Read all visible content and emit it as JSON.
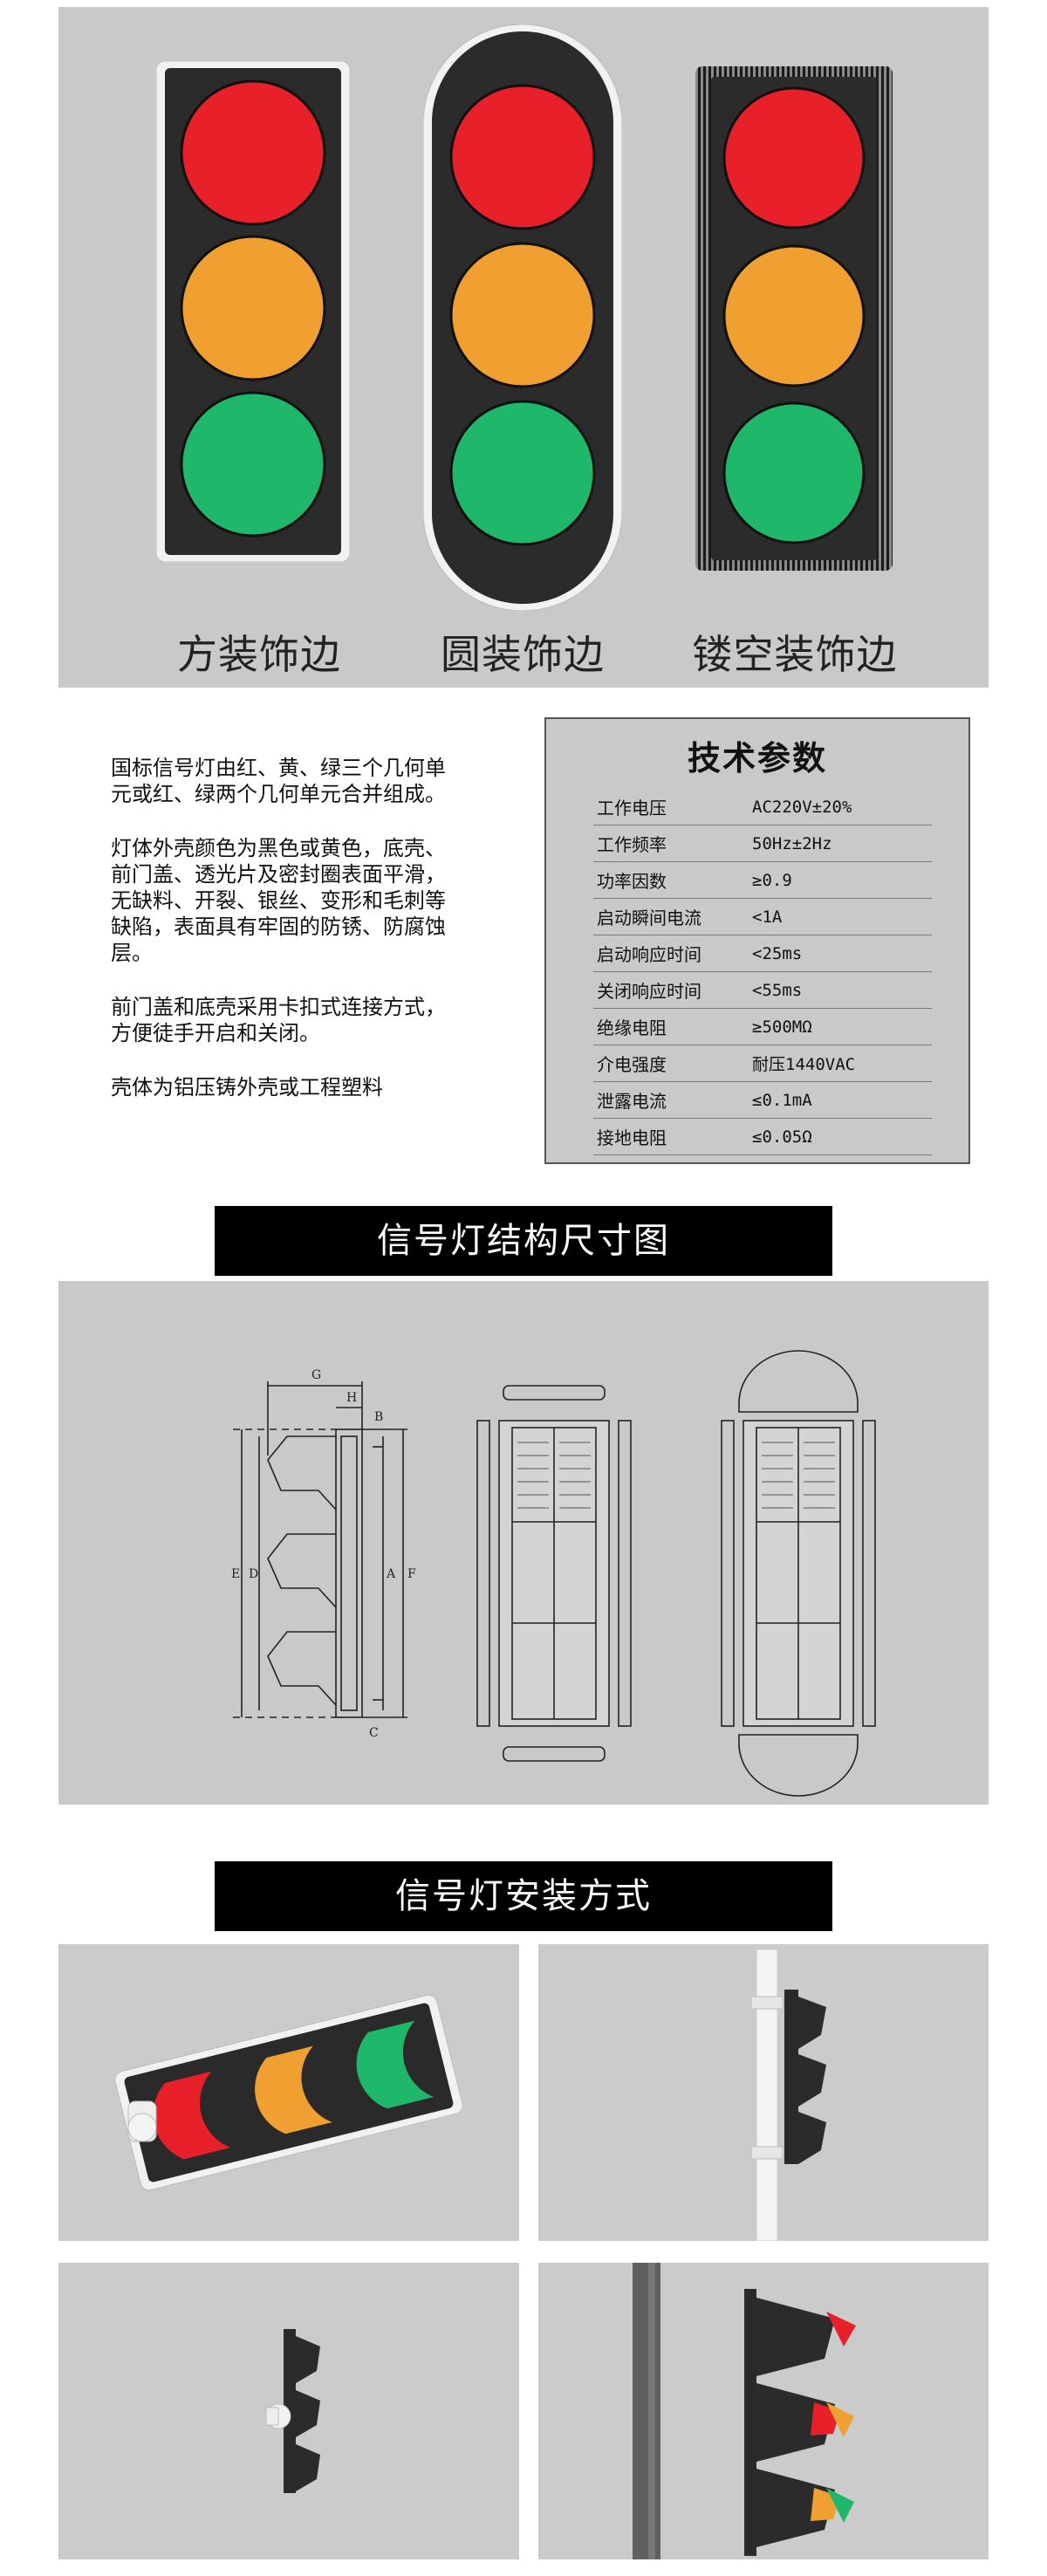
{
  "trim_section": {
    "labels": [
      "方装饰边",
      "圆装饰边",
      "镂空装饰边"
    ]
  },
  "description": {
    "paragraphs": [
      "国标信号灯由红、黄、绿三个几何单元或红、绿两个几何单元合并组成。",
      "灯体外壳颜色为黑色或黄色，底壳、前门盖、透光片及密封圈表面平滑，无缺料、开裂、银丝、变形和毛刺等缺陷，表面具有牢固的防锈、防腐蚀层。",
      "前门盖和底壳采用卡扣式连接方式，方便徒手开启和关闭。",
      "壳体为铝压铸外壳或工程塑料"
    ]
  },
  "tech_params": {
    "title": "技术参数",
    "rows": [
      {
        "k": "工作电压",
        "v": "AC220V±20%"
      },
      {
        "k": "工作频率",
        "v": "50Hz±2Hz"
      },
      {
        "k": "功率因数",
        "v": "≥0.9"
      },
      {
        "k": "启动瞬间电流",
        "v": "<1A"
      },
      {
        "k": "启动响应时间",
        "v": "<25ms"
      },
      {
        "k": "关闭响应时间",
        "v": "<55ms"
      },
      {
        "k": "绝缘电阻",
        "v": "≥500MΩ"
      },
      {
        "k": "介电强度",
        "v": "耐压1440VAC"
      },
      {
        "k": "泄露电流",
        "v": "≤0.1mA"
      },
      {
        "k": "接地电阻",
        "v": "≤0.05Ω"
      }
    ]
  },
  "structure_section": {
    "title": "信号灯结构尺寸图",
    "dim_labels": [
      "G",
      "H",
      "B",
      "E",
      "D",
      "A",
      "F",
      "C"
    ]
  },
  "install_section": {
    "title": "信号灯安装方式"
  },
  "colors": {
    "red": "#e8202a",
    "yellow": "#f0a030",
    "green": "#1fb86a",
    "housing": "#2a2a2a",
    "panel_bg": "#c9c9c9"
  }
}
